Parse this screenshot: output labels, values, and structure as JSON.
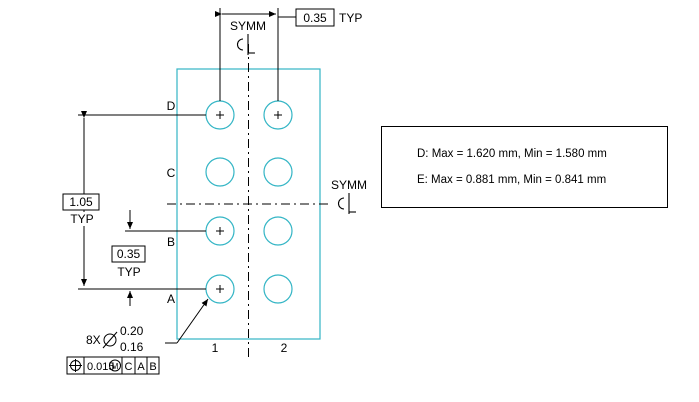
{
  "colors": {
    "body_outline": "#33b5c5",
    "ink": "#000000"
  },
  "top_dims": {
    "symm_label": "SYMM",
    "pitch_x_value": "0.35",
    "pitch_x_suffix": "TYP"
  },
  "right_dims": {
    "symm_label": "SYMM"
  },
  "row_labels": [
    "D",
    "C",
    "B",
    "A"
  ],
  "col_labels": [
    "1",
    "2"
  ],
  "left_dims": {
    "pitch_total_value": "1.05",
    "pitch_total_suffix": "TYP",
    "pitch_value": "0.35",
    "pitch_suffix": "TYP"
  },
  "ball_callout": {
    "count": "8X",
    "diameter_symbol": "⌀",
    "max": "0.20",
    "min": "0.16"
  },
  "tolerance_frame": {
    "symbol": "⌖",
    "value": "0.015",
    "modifier": "Ⓜ",
    "datums": [
      "C",
      "A",
      "B"
    ]
  },
  "spec_box": {
    "line1": "D: Max = 1.620 mm, Min = 1.580 mm",
    "line2": "E: Max = 0.881 mm, Min = 0.841 mm"
  }
}
